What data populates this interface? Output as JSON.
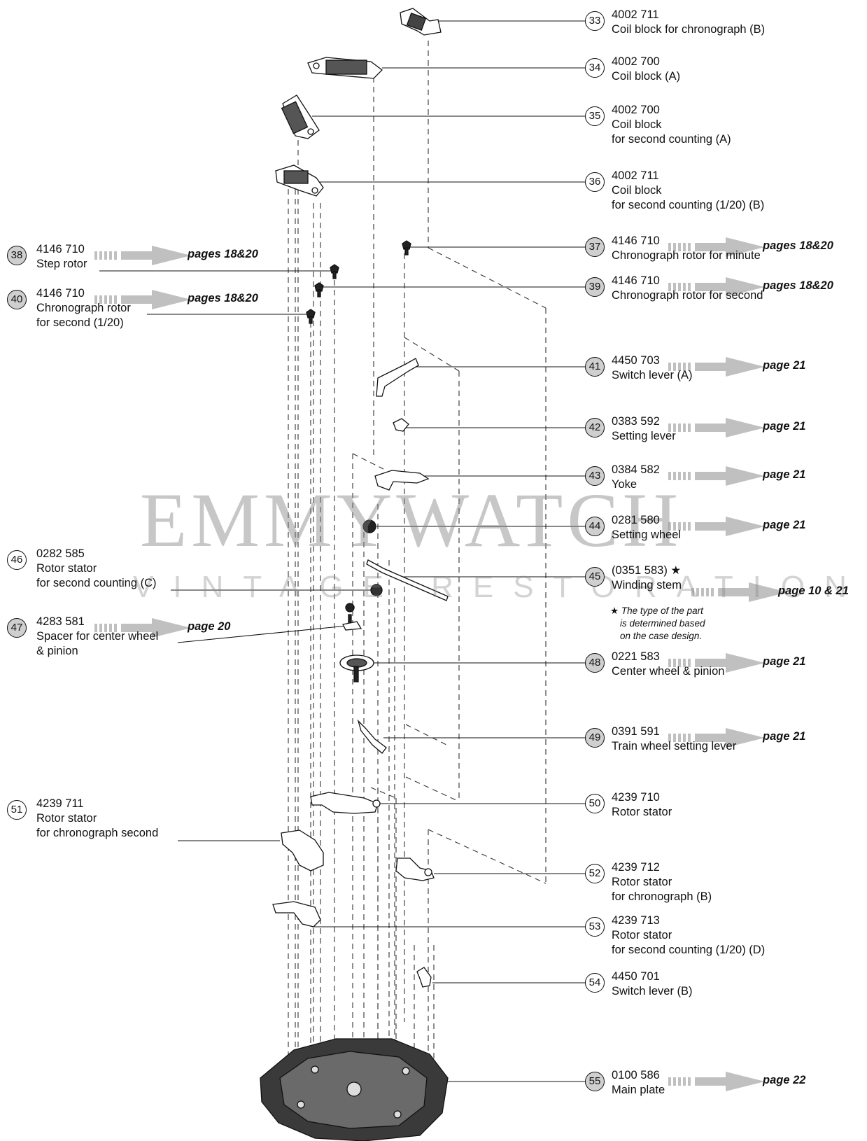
{
  "watermark": {
    "title": "EMMYWATCH",
    "subtitle": "VINTAGE RESTORATIONS"
  },
  "parts": [
    {
      "num": "33",
      "code": "4002 711",
      "lines": [
        "Coil block for chronograph (B)"
      ]
    },
    {
      "num": "34",
      "code": "4002 700",
      "lines": [
        "Coil block (A)"
      ]
    },
    {
      "num": "35",
      "code": "4002 700",
      "lines": [
        "Coil block",
        "for second counting (A)"
      ]
    },
    {
      "num": "36",
      "code": "4002 711",
      "lines": [
        "Coil block",
        "for second counting (1/20) (B)"
      ]
    },
    {
      "num": "37",
      "code": "4146 710",
      "lines": [
        "Chronograph rotor for minute"
      ],
      "ref": "pages 18&20"
    },
    {
      "num": "38",
      "code": "4146 710",
      "lines": [
        "Step rotor"
      ],
      "ref": "pages 18&20"
    },
    {
      "num": "39",
      "code": "4146 710",
      "lines": [
        "Chronograph rotor for second"
      ],
      "ref": "pages 18&20"
    },
    {
      "num": "40",
      "code": "4146 710",
      "lines": [
        "Chronograph rotor",
        "for second (1/20)"
      ],
      "ref": "pages 18&20"
    },
    {
      "num": "41",
      "code": "4450 703",
      "lines": [
        "Switch lever (A)"
      ],
      "ref": "page 21"
    },
    {
      "num": "42",
      "code": "0383 592",
      "lines": [
        "Setting lever"
      ],
      "ref": "page 21"
    },
    {
      "num": "43",
      "code": "0384 582",
      "lines": [
        "Yoke"
      ],
      "ref": "page 21"
    },
    {
      "num": "44",
      "code": "0281 580",
      "lines": [
        "Setting wheel"
      ],
      "ref": "page 21"
    },
    {
      "num": "45",
      "code": "(0351 583) ★",
      "lines": [
        "Winding stem"
      ],
      "ref": "page 10 & 21"
    },
    {
      "num": "46",
      "code": "0282 585",
      "lines": [
        "Rotor stator",
        "for second counting (C)"
      ]
    },
    {
      "num": "47",
      "code": "4283 581",
      "lines": [
        "Spacer for center wheel",
        "& pinion"
      ],
      "ref": "page 20"
    },
    {
      "num": "48",
      "code": "0221 583",
      "lines": [
        "Center wheel & pinion"
      ],
      "ref": "page 21"
    },
    {
      "num": "49",
      "code": "0391 591",
      "lines": [
        "Train wheel setting lever"
      ],
      "ref": "page 21"
    },
    {
      "num": "50",
      "code": "4239 710",
      "lines": [
        "Rotor stator"
      ]
    },
    {
      "num": "51",
      "code": "4239 711",
      "lines": [
        "Rotor stator",
        "for chronograph second"
      ]
    },
    {
      "num": "52",
      "code": "4239 712",
      "lines": [
        "Rotor stator",
        "for chronograph (B)"
      ]
    },
    {
      "num": "53",
      "code": "4239 713",
      "lines": [
        "Rotor stator",
        "for second counting (1/20) (D)"
      ]
    },
    {
      "num": "54",
      "code": "4450 701",
      "lines": [
        "Switch lever (B)"
      ]
    },
    {
      "num": "55",
      "code": "0100 586",
      "lines": [
        "Main plate"
      ],
      "ref": "page 22"
    }
  ],
  "note_lines": [
    "★ The type of the part",
    "is determined based",
    "on the case design."
  ]
}
